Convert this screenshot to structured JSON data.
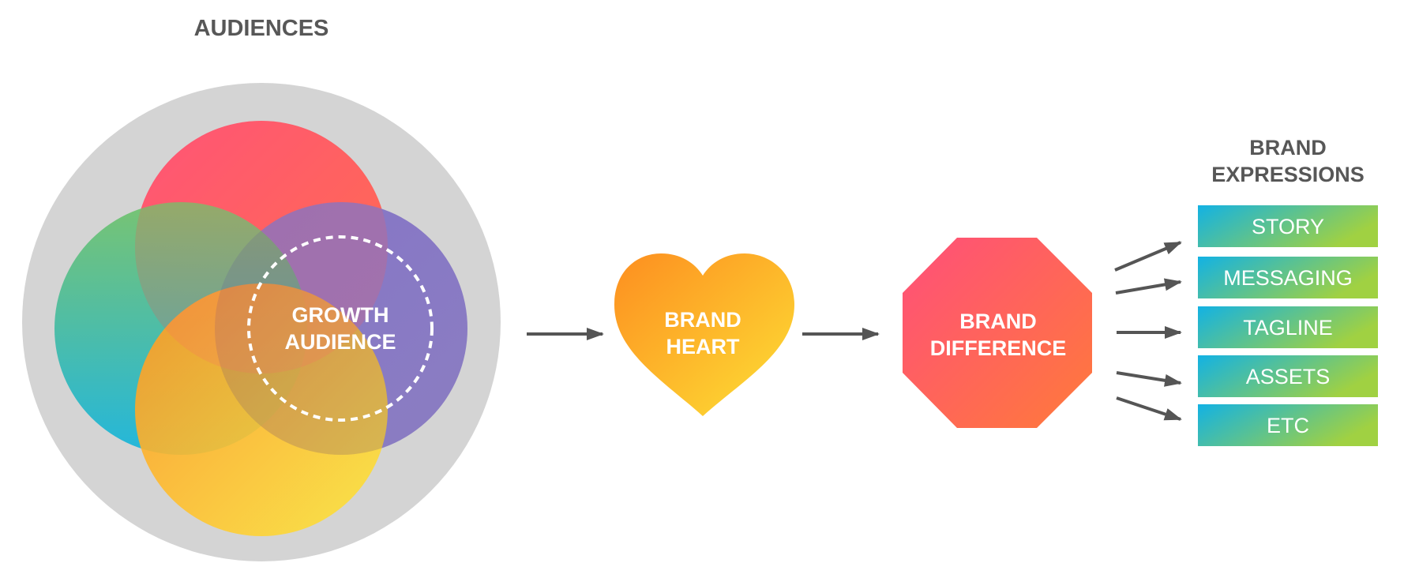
{
  "audiences": {
    "title": "AUDIENCES",
    "growth_label_line1": "GROWTH",
    "growth_label_line2": "AUDIENCE"
  },
  "brand_heart": {
    "line1": "BRAND",
    "line2": "HEART"
  },
  "brand_difference": {
    "line1": "BRAND",
    "line2": "DIFFERENCE"
  },
  "brand_expressions": {
    "title_line1": "BRAND",
    "title_line2": "EXPRESSIONS",
    "items": [
      "STORY",
      "MESSAGING",
      "TAGLINE",
      "ASSETS",
      "ETC"
    ]
  },
  "colors": {
    "text_dark": "#575757",
    "outer_circle": "#d4d4d4",
    "arrow": "#555555",
    "red_start": "#ff4f78",
    "red_end": "#ff7148",
    "purple": "#8e7fd2",
    "green": "#6cc06e",
    "teal": "#1fb5d9",
    "orange": "#ff9a22",
    "yellow": "#fbe23a",
    "box_left": "#19b3e0",
    "box_right": "#9bcf45"
  }
}
